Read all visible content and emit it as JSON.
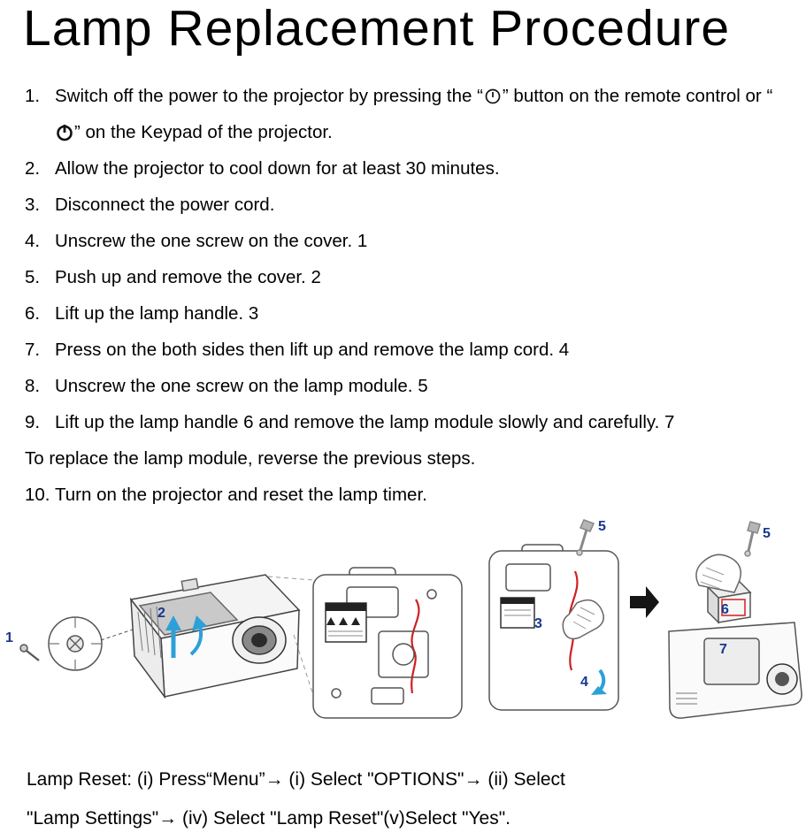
{
  "page": {
    "title": "Lamp Replacement Procedure"
  },
  "steps": {
    "s1": {
      "num": "1.",
      "part1": "Switch off the power to the projector by pressing the “",
      "part2": "” button on the remote control or “",
      "part3": "” on the Keypad of the projector."
    },
    "rest": [
      {
        "num": "2.",
        "text": "Allow the projector to cool down for at least 30 minutes."
      },
      {
        "num": "3.",
        "text": "Disconnect the power cord."
      },
      {
        "num": "4.",
        "text": "Unscrew the one screw on the cover. 1"
      },
      {
        "num": "5.",
        "text": "Push up and remove the cover. 2"
      },
      {
        "num": "6.",
        "text": "Lift up the lamp handle. 3"
      },
      {
        "num": "7.",
        "text": "Press on the both sides then lift up and remove the lamp cord. 4"
      },
      {
        "num": "8.",
        "text": "Unscrew the one screw on the lamp module. 5"
      },
      {
        "num": "9.",
        "text": "Lift up the lamp handle 6 and remove the lamp module slowly and carefully. 7"
      },
      {
        "num": "",
        "text": "To replace the lamp module, reverse the previous steps."
      },
      {
        "num": "10.",
        "text": "Turn on the projector and reset the lamp timer."
      }
    ]
  },
  "diagram": {
    "labels": {
      "step1": "1",
      "step2": "2",
      "step3": "3",
      "step4": "4",
      "step5_cord": "5",
      "step5_module": "5",
      "step6": "6",
      "step7": "7"
    },
    "colors": {
      "label_blue": "#17368f",
      "arrow_blue": "#2da0d8",
      "cord_red": "#d02020"
    }
  },
  "footer": {
    "line1": "Lamp Reset: (i) Press“Menu”→ (i) Select \"OPTIONS\"→ (ii) Select",
    "line2": "\"Lamp Settings\"→ (iv) Select \"Lamp Reset\"(v)Select \"Yes\"."
  }
}
